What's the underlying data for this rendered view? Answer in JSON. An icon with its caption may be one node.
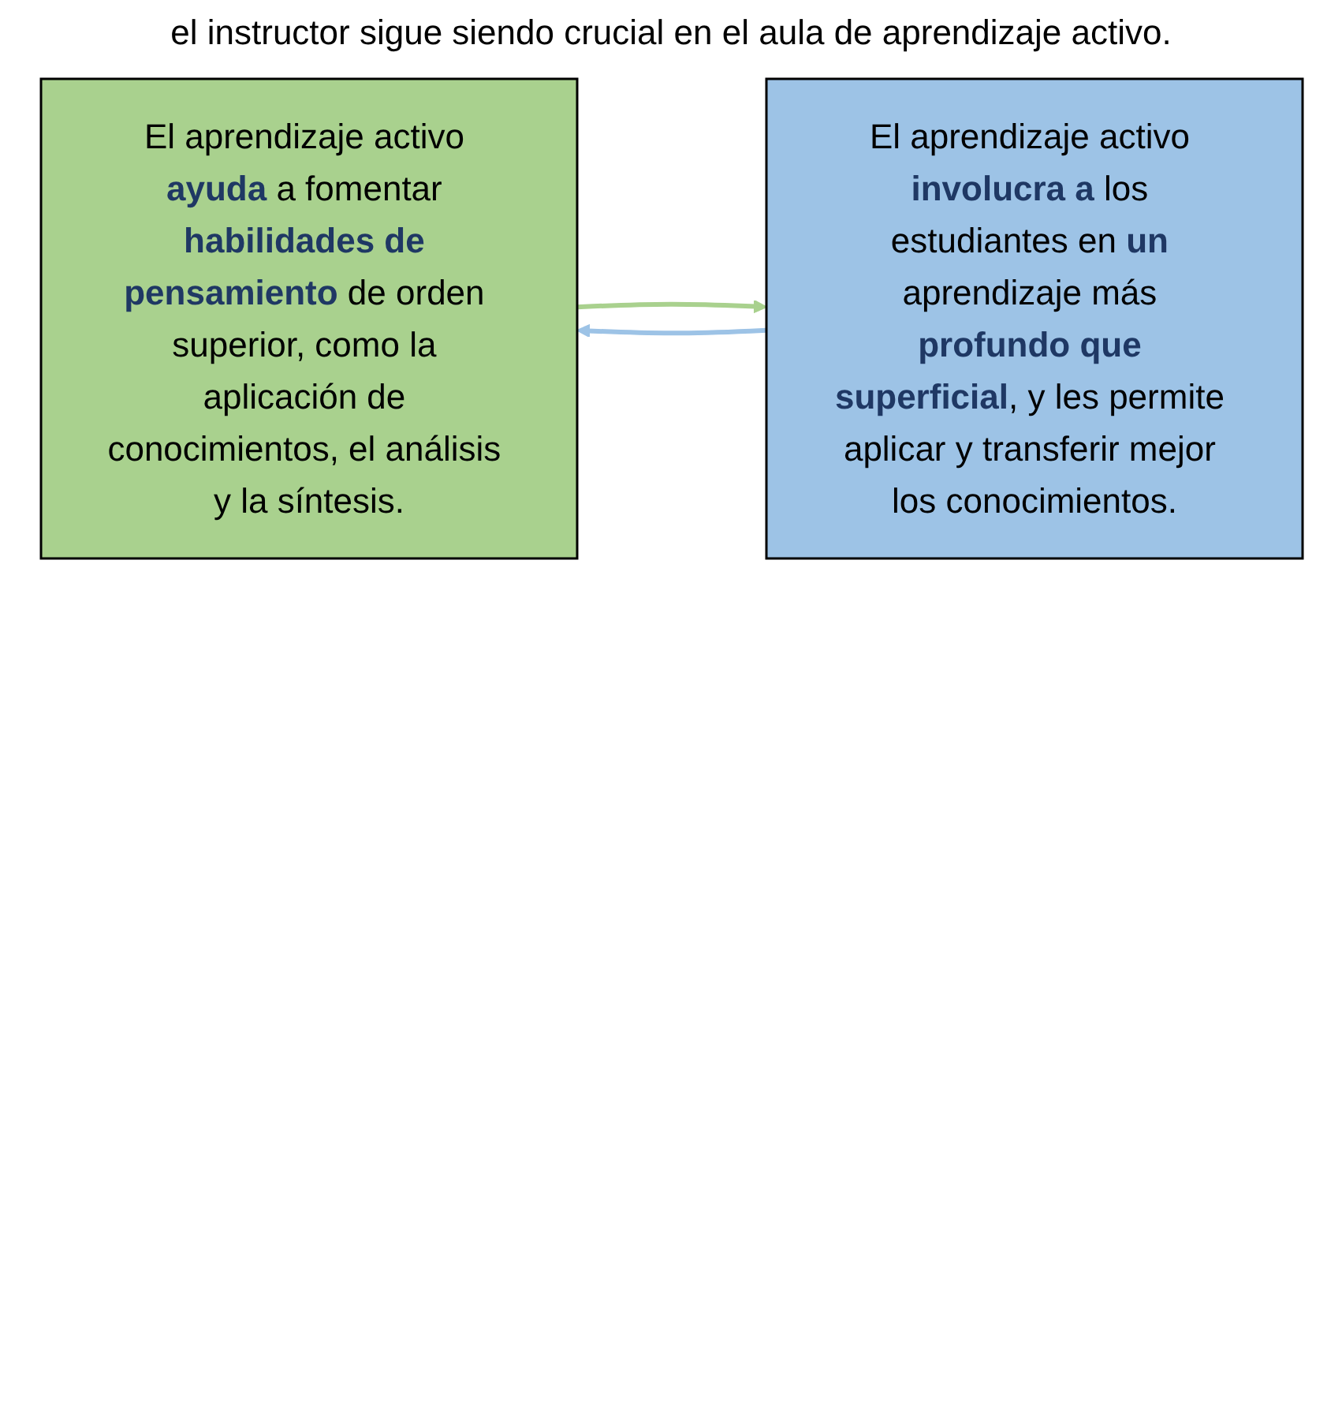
{
  "diagram": {
    "title": "el instructor sigue siendo crucial en el aula de aprendizaje activo.",
    "nodes": [
      {
        "text": [
          "El aprendizaje activo **ayuda** a fomentar **habilidades de pensamiento** de orden superior, como la aplicación de conocimientos, el análisis y la síntesis."
        ]
      },
      {
        "text": [
          "El aprendizaje activo **involucra a** los estudiantes en **un** aprendizaje más **profundo que superficial**, y les permite aplicar y transferir mejor los conocimientos."
        ]
      }
    ],
    "edges": [
      {
        "from": 1,
        "to": 0,
        "arrow": "to",
        "color": "#9dc3e6"
      },
      {
        "from": 0,
        "to": 1,
        "arrow": "to",
        "color": "#a9d18e"
      }
    ]
  }
}
